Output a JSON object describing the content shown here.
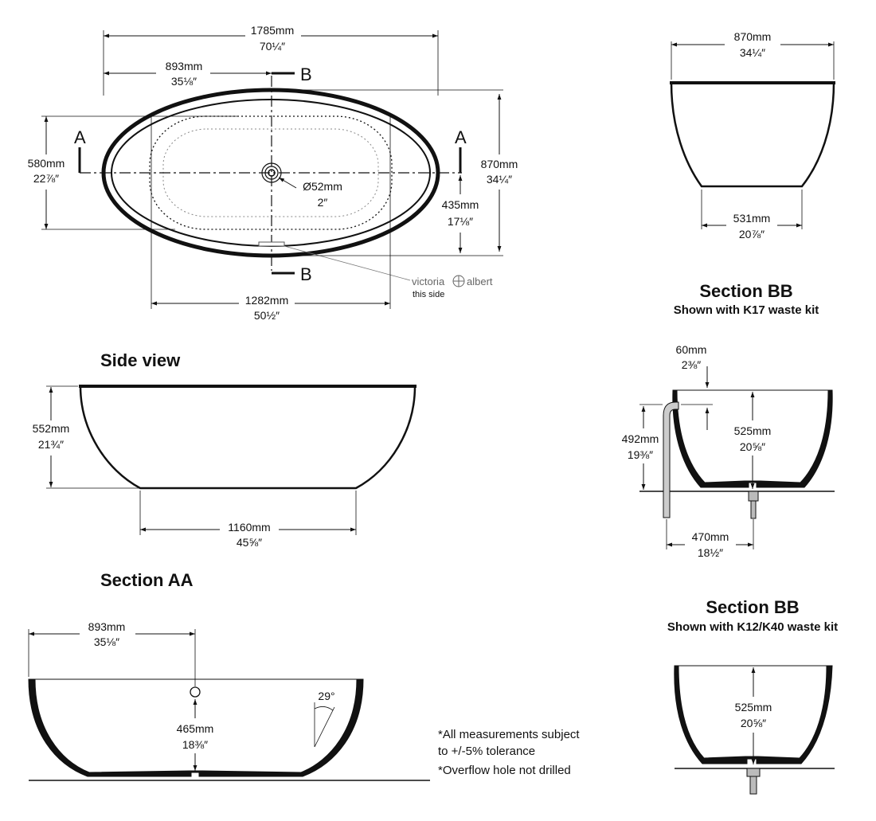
{
  "headings": {
    "side_view": "Side view",
    "section_aa": "Section AA",
    "section_bb_1": "Section BB",
    "section_bb_1_sub": "Shown with K17 waste kit",
    "section_bb_2": "Section BB",
    "section_bb_2_sub": "Shown with K12/K40 waste kit"
  },
  "plan": {
    "overall_length_mm": "1785mm",
    "overall_length_in": "70¼″",
    "half_length_mm": "893mm",
    "half_length_in": "35⅛″",
    "inner_width_mm": "580mm",
    "inner_width_in": "22⅞″",
    "overall_width_mm": "870mm",
    "overall_width_in": "34¼″",
    "half_width_mm": "435mm",
    "half_width_in": "17⅛″",
    "waste_dia_mm": "Ø52mm",
    "waste_dia_in": "2″",
    "base_length_mm": "1282mm",
    "base_length_in": "50½″",
    "section_a": "A",
    "section_b": "B",
    "brand_left": "victoria",
    "brand_right": "albert",
    "brand_note": "this side"
  },
  "end_view": {
    "top_width_mm": "870mm",
    "top_width_in": "34¼″",
    "base_width_mm": "531mm",
    "base_width_in": "20⅞″"
  },
  "side_view": {
    "height_mm": "552mm",
    "height_in": "21¾″",
    "base_mm": "1160mm",
    "base_in": "45⅝″"
  },
  "section_aa": {
    "half_length_mm": "893mm",
    "half_length_in": "35⅛″",
    "depth_mm": "465mm",
    "depth_in": "18⅜″",
    "angle": "29°"
  },
  "section_bb_k17": {
    "rim_mm": "60mm",
    "rim_in": "2⅜″",
    "depth_mm": "525mm",
    "depth_in": "20⅝″",
    "spout_height_mm": "492mm",
    "spout_height_in": "19⅜″",
    "offset_mm": "470mm",
    "offset_in": "18½″"
  },
  "section_bb_k12": {
    "depth_mm": "525mm",
    "depth_in": "20⅝″"
  },
  "notes": {
    "line1": "*All measurements subject",
    "line2": "to +/-5% tolerance",
    "line3": "*Overflow hole not drilled"
  }
}
